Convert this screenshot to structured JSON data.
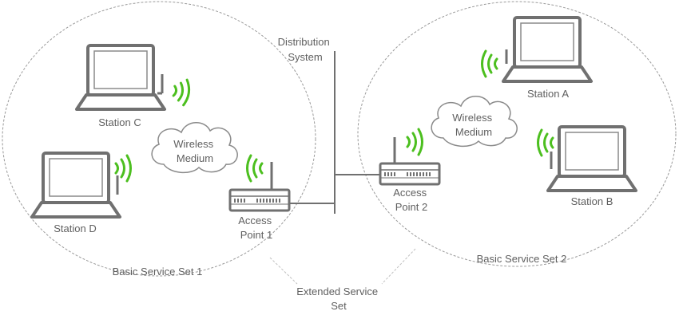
{
  "labels": {
    "distribution_system": [
      "Distribution",
      "System"
    ],
    "station_a": "Station A",
    "station_b": "Station B",
    "station_c": "Station C",
    "station_d": "Station D",
    "wireless_medium_1": [
      "Wireless",
      "Medium"
    ],
    "wireless_medium_2": [
      "Wireless",
      "Medium"
    ],
    "access_point_1": [
      "Access",
      "Point 1"
    ],
    "access_point_2": [
      "Access",
      "Point 2"
    ],
    "bss_1": "Basic Service Set 1",
    "bss_2": "Basic Service Set 2",
    "ess": [
      "Extended Service",
      "Set"
    ]
  },
  "icons": {
    "laptop": "laptop-icon",
    "access_point": "wireless-router-icon",
    "signal": "wifi-signal-icon",
    "cloud": "cloud-icon"
  },
  "colors": {
    "outline": "#707070",
    "signal": "#4cbf1f",
    "text": "#5f5f5f",
    "dashed": "#9a9a9a"
  }
}
